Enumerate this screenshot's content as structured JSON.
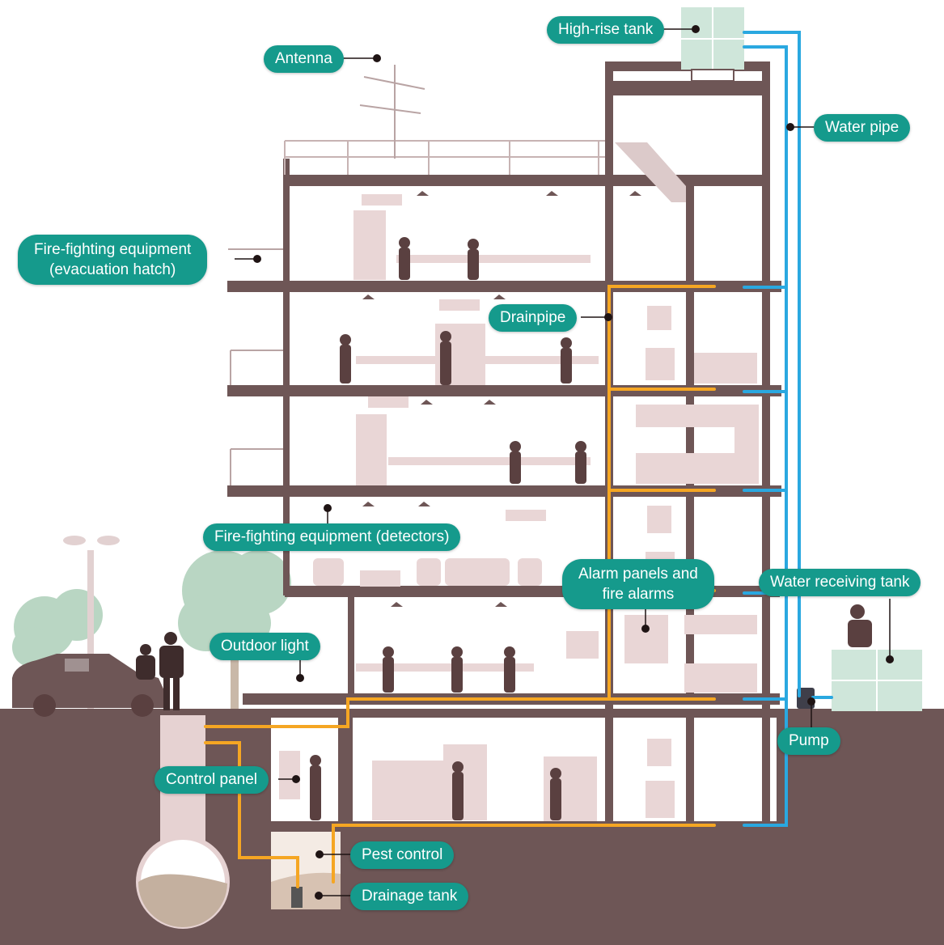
{
  "colors": {
    "wall": "#6e5656",
    "floor_slab": "#6e5656",
    "ground": "#6e5656",
    "room_bg": "#ffffff",
    "furniture": "#e9d6d6",
    "silhouette": "#5a4040",
    "tree": "#b9d6c3",
    "water_pipe": "#2aa8e0",
    "drain_pipe": "#f5a623",
    "tank": "#cfe6da",
    "label_bg": "#159a8c",
    "label_text": "#ffffff",
    "leader": "#1f1414"
  },
  "labels": {
    "high_rise_tank": "High-rise tank",
    "antenna": "Antenna",
    "water_pipe": "Water pipe",
    "evacuation_hatch_line1": "Fire-fighting equipment",
    "evacuation_hatch_line2": "(evacuation hatch)",
    "drainpipe": "Drainpipe",
    "detectors": "Fire-fighting equipment (detectors)",
    "alarm_line1": "Alarm panels and",
    "alarm_line2": "fire alarms",
    "water_receiving_tank": "Water receiving tank",
    "outdoor_light": "Outdoor light",
    "pump": "Pump",
    "control_panel": "Control panel",
    "pest_control": "Pest control",
    "drainage_tank": "Drainage tank"
  }
}
